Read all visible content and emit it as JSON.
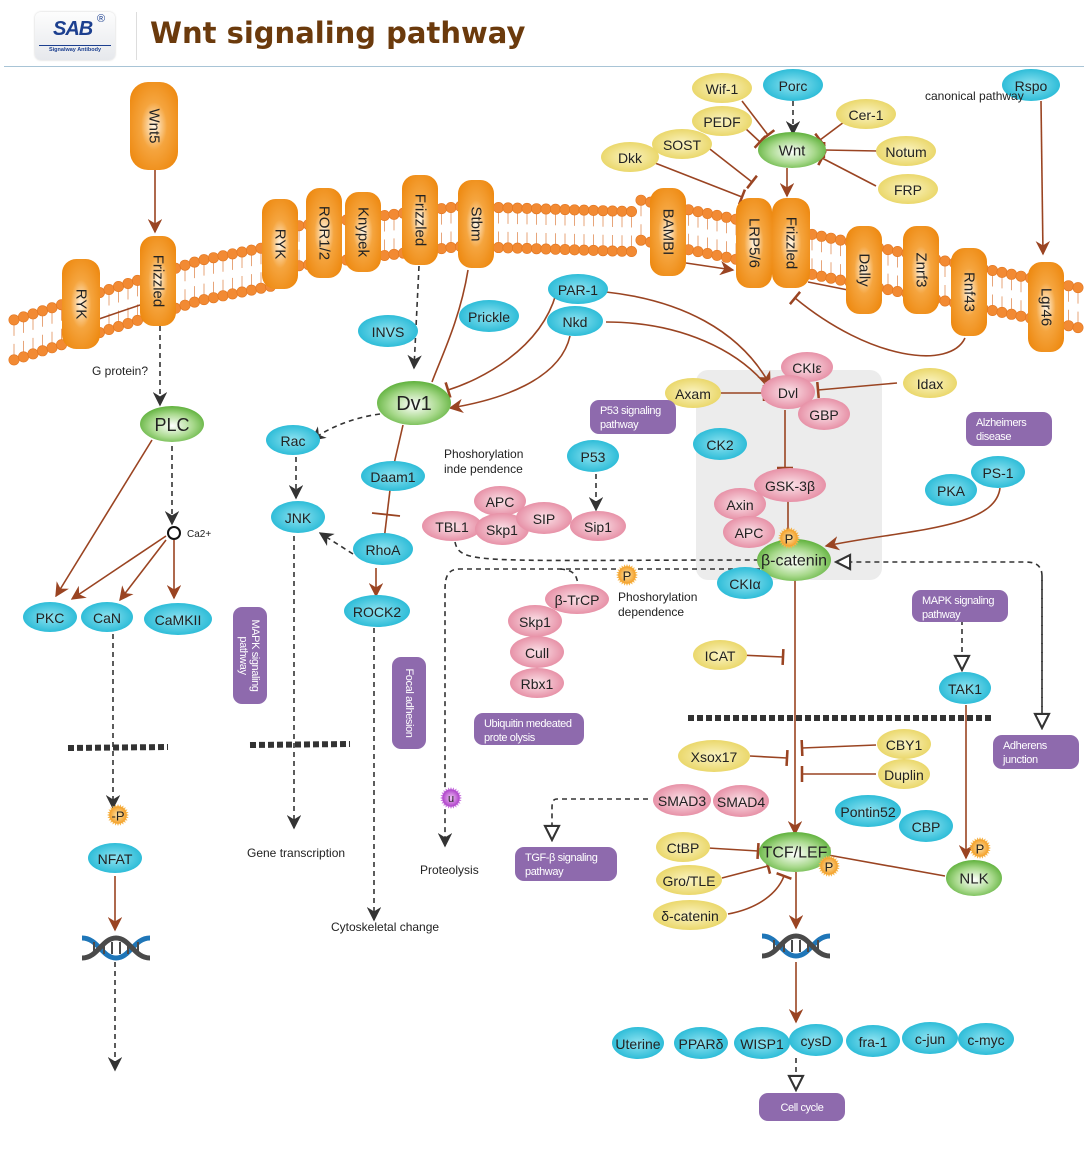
{
  "header": {
    "logo_text": "SAB",
    "logo_registered": "®",
    "logo_subtitle": "Signalway Antibody",
    "title": "Wnt signaling pathway"
  },
  "colors": {
    "receptor": "#f0901e",
    "blue_node": "#29bfd8",
    "yellow_node": "#ecd96c",
    "pink_node": "#e58aa0",
    "green_node": "#5fb53a",
    "pathway_box": "#8e6aad",
    "arrow": "#9a4422",
    "dashed": "#333333",
    "complex_bg": "#ececec"
  },
  "annotations": {
    "canonical": "canonical pathway",
    "g_protein": "G protein?",
    "ca": "Ca2+",
    "phos_indep": [
      "Phoshorylation",
      "inde pendence"
    ],
    "phos_dep": [
      "Phoshorylation",
      "dependence"
    ],
    "gene_transcription": "Gene transcription",
    "proteolysis": "Proteolysis",
    "cytoskeletal": "Cytoskeletal change"
  },
  "receptors": [
    {
      "id": "wnt5",
      "label": "Wnt5"
    },
    {
      "id": "ryk_left",
      "label": "RYK"
    },
    {
      "id": "frizzled_left",
      "label": "Frizzled"
    },
    {
      "id": "ryk_mid",
      "label": "RYK"
    },
    {
      "id": "ror12",
      "label": "ROR1/2"
    },
    {
      "id": "knypek",
      "label": "Knypek"
    },
    {
      "id": "frizzled_mid",
      "label": "Frizzled"
    },
    {
      "id": "stbm",
      "label": "Stbm"
    },
    {
      "id": "bambi",
      "label": "BAMBI"
    },
    {
      "id": "lrp56",
      "label": "LRP5/6"
    },
    {
      "id": "frizzled_right",
      "label": "Frizzled"
    },
    {
      "id": "dally",
      "label": "Dally"
    },
    {
      "id": "znrf3",
      "label": "Znrf3"
    },
    {
      "id": "rnf43",
      "label": "Rnf43"
    },
    {
      "id": "lgr46",
      "label": "Lgr46"
    }
  ],
  "nodes": [
    {
      "id": "wif1",
      "label": "Wif-1",
      "kind": "yellow"
    },
    {
      "id": "porc",
      "label": "Porc",
      "kind": "blue"
    },
    {
      "id": "pedf",
      "label": "PEDF",
      "kind": "yellow"
    },
    {
      "id": "cer1",
      "label": "Cer-1",
      "kind": "yellow"
    },
    {
      "id": "sost",
      "label": "SOST",
      "kind": "yellow"
    },
    {
      "id": "dkk",
      "label": "Dkk",
      "kind": "yellow"
    },
    {
      "id": "wnt",
      "label": "Wnt",
      "kind": "green"
    },
    {
      "id": "notum",
      "label": "Notum",
      "kind": "yellow"
    },
    {
      "id": "frp",
      "label": "FRP",
      "kind": "yellow"
    },
    {
      "id": "rspo",
      "label": "Rspo",
      "kind": "blue"
    },
    {
      "id": "invs",
      "label": "INVS",
      "kind": "blue"
    },
    {
      "id": "prickle",
      "label": "Prickle",
      "kind": "blue"
    },
    {
      "id": "par1",
      "label": "PAR-1",
      "kind": "blue"
    },
    {
      "id": "nkd",
      "label": "Nkd",
      "kind": "blue"
    },
    {
      "id": "dv1",
      "label": "Dv1",
      "kind": "green"
    },
    {
      "id": "plc",
      "label": "PLC",
      "kind": "green"
    },
    {
      "id": "rac",
      "label": "Rac",
      "kind": "blue"
    },
    {
      "id": "daam1",
      "label": "Daam1",
      "kind": "blue"
    },
    {
      "id": "jnk",
      "label": "JNK",
      "kind": "blue"
    },
    {
      "id": "rhoa",
      "label": "RhoA",
      "kind": "blue"
    },
    {
      "id": "rock2",
      "label": "ROCK2",
      "kind": "blue"
    },
    {
      "id": "pkc",
      "label": "PKC",
      "kind": "blue"
    },
    {
      "id": "can",
      "label": "CaN",
      "kind": "blue"
    },
    {
      "id": "camkii",
      "label": "CaMKII",
      "kind": "blue"
    },
    {
      "id": "nfat",
      "label": "NFAT",
      "kind": "blue"
    },
    {
      "id": "cklе",
      "label": "CKIε",
      "kind": "pink"
    },
    {
      "id": "axam",
      "label": "Axam",
      "kind": "yellow"
    },
    {
      "id": "dvl",
      "label": "Dvl",
      "kind": "pink"
    },
    {
      "id": "gbp",
      "label": "GBP",
      "kind": "pink"
    },
    {
      "id": "idax",
      "label": "Idax",
      "kind": "yellow"
    },
    {
      "id": "ck2",
      "label": "CK2",
      "kind": "blue"
    },
    {
      "id": "gsk3b",
      "label": "GSK-3β",
      "kind": "pink"
    },
    {
      "id": "axin",
      "label": "Axin",
      "kind": "pink"
    },
    {
      "id": "apc_c",
      "label": "APC",
      "kind": "pink"
    },
    {
      "id": "bcat",
      "label": "β-catenin",
      "kind": "green"
    },
    {
      "id": "ckla",
      "label": "CKIα",
      "kind": "blue"
    },
    {
      "id": "p53",
      "label": "P53",
      "kind": "blue"
    },
    {
      "id": "apc_l",
      "label": "APC",
      "kind": "pink"
    },
    {
      "id": "tbl1",
      "label": "TBL1",
      "kind": "pink"
    },
    {
      "id": "skp1_a",
      "label": "Skp1",
      "kind": "pink"
    },
    {
      "id": "sip",
      "label": "SIP",
      "kind": "pink"
    },
    {
      "id": "sip1",
      "label": "Sip1",
      "kind": "pink"
    },
    {
      "id": "btrcp",
      "label": "β-TrCP",
      "kind": "pink"
    },
    {
      "id": "skp1_b",
      "label": "Skp1",
      "kind": "pink"
    },
    {
      "id": "cull",
      "label": "Cull",
      "kind": "pink"
    },
    {
      "id": "rbx1",
      "label": "Rbx1",
      "kind": "pink"
    },
    {
      "id": "pka",
      "label": "PKA",
      "kind": "blue"
    },
    {
      "id": "ps1",
      "label": "PS-1",
      "kind": "blue"
    },
    {
      "id": "icat",
      "label": "ICAT",
      "kind": "yellow"
    },
    {
      "id": "tak1",
      "label": "TAK1",
      "kind": "blue"
    },
    {
      "id": "xsox17",
      "label": "Xsox17",
      "kind": "yellow"
    },
    {
      "id": "cby1",
      "label": "CBY1",
      "kind": "yellow"
    },
    {
      "id": "duplin",
      "label": "Duplin",
      "kind": "yellow"
    },
    {
      "id": "smad3",
      "label": "SMAD3",
      "kind": "pink"
    },
    {
      "id": "smad4",
      "label": "SMAD4",
      "kind": "pink"
    },
    {
      "id": "pontin52",
      "label": "Pontin52",
      "kind": "blue"
    },
    {
      "id": "cbp",
      "label": "CBP",
      "kind": "blue"
    },
    {
      "id": "ctbp",
      "label": "CtBP",
      "kind": "yellow"
    },
    {
      "id": "tcflef",
      "label": "TCF/LEF",
      "kind": "green"
    },
    {
      "id": "grotle",
      "label": "Gro/TLE",
      "kind": "yellow"
    },
    {
      "id": "dcat",
      "label": "δ-catenin",
      "kind": "yellow"
    },
    {
      "id": "nlk",
      "label": "NLK",
      "kind": "green"
    },
    {
      "id": "uterine",
      "label": "Uterine",
      "kind": "blue"
    },
    {
      "id": "ppard",
      "label": "PPARδ",
      "kind": "blue"
    },
    {
      "id": "wisp1",
      "label": "WISP1",
      "kind": "blue"
    },
    {
      "id": "cysd",
      "label": "cysD",
      "kind": "blue"
    },
    {
      "id": "fra1",
      "label": "fra-1",
      "kind": "blue"
    },
    {
      "id": "cjun",
      "label": "c-jun",
      "kind": "blue"
    },
    {
      "id": "cmyc",
      "label": "c-myc",
      "kind": "blue"
    }
  ],
  "pathway_boxes": [
    {
      "id": "p53_path",
      "lines": [
        "P53 signaling",
        "pathway"
      ]
    },
    {
      "id": "alz",
      "lines": [
        "Alzheimers",
        "disease"
      ]
    },
    {
      "id": "mapk_right",
      "lines": [
        "MAPK signaling",
        "pathway"
      ]
    },
    {
      "id": "adherens",
      "lines": [
        "Adherens",
        "junction"
      ]
    },
    {
      "id": "ubiq",
      "lines": [
        "Ubiquitin medeated",
        "prote olysis"
      ]
    },
    {
      "id": "tgfb",
      "lines": [
        "TGF-β signaling",
        "pathway"
      ]
    },
    {
      "id": "cell_cycle",
      "lines": [
        "Cell cycle"
      ]
    },
    {
      "id": "mapk_left",
      "lines": [
        "MAPK signaling",
        "pathway"
      ]
    },
    {
      "id": "focal",
      "lines": [
        "Focal adhesion"
      ]
    }
  ],
  "modifiers": {
    "phospho": "P",
    "dephospho": "-P",
    "ubiquitin": "u"
  }
}
